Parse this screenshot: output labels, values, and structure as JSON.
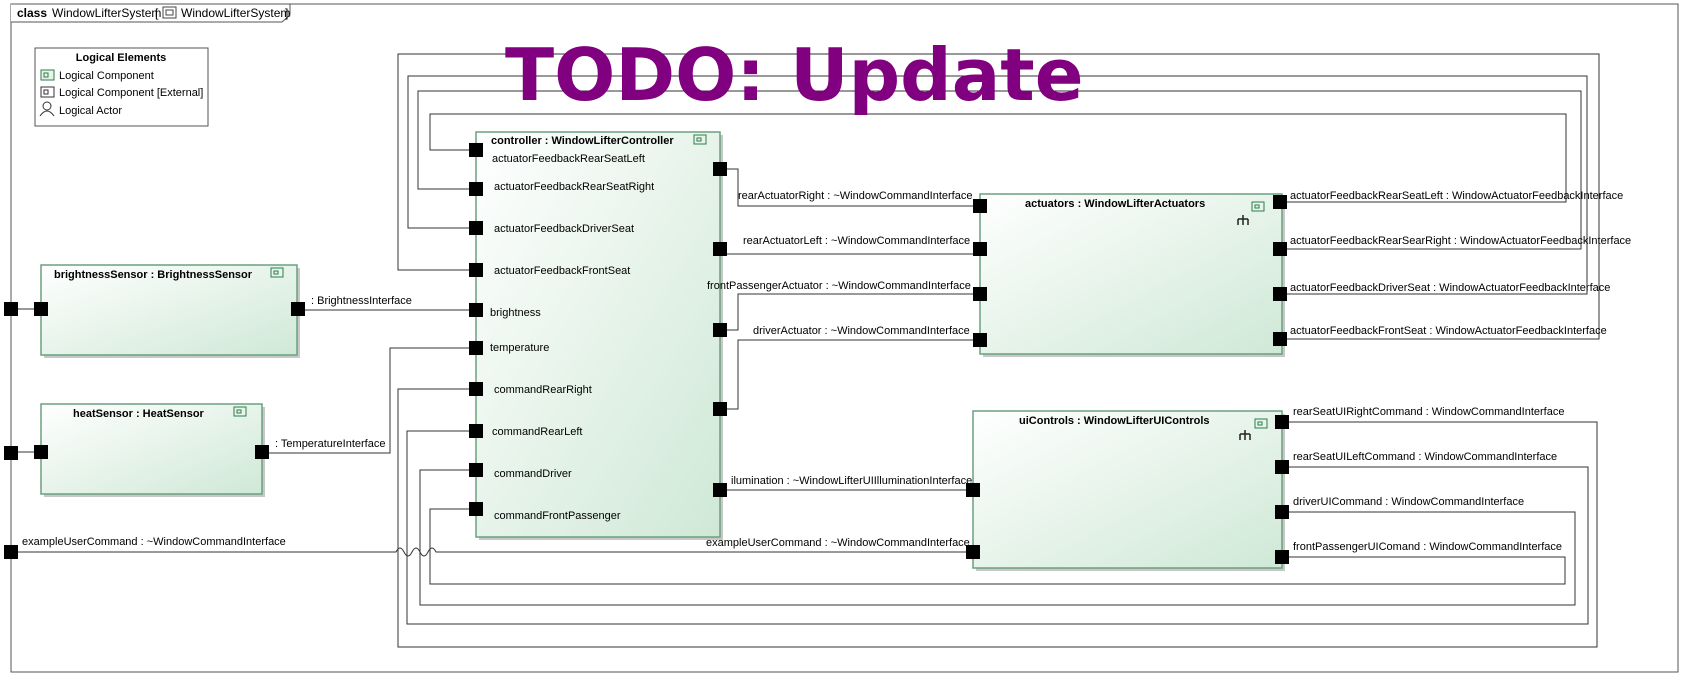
{
  "frame": {
    "keyword": "class",
    "name": "WindowLifterSystem",
    "bracket_open": "[",
    "type_name": "WindowLifterSystem",
    "bracket_close": "]"
  },
  "watermark": "TODO: Update",
  "legend": {
    "title": "Logical Elements",
    "items": [
      {
        "label": "Logical Component",
        "icon": "component-icon"
      },
      {
        "label": "Logical Component [External]",
        "icon": "external-component-icon"
      },
      {
        "label": "Logical Actor",
        "icon": "actor-icon"
      }
    ]
  },
  "parts": {
    "brightness": {
      "title": "brightnessSensor : BrightnessSensor"
    },
    "heat": {
      "title": "heatSensor : HeatSensor"
    },
    "controller": {
      "title": "controller : WindowLifterController",
      "ports": [
        "actuatorFeedbackRearSeatLeft",
        "actuatorFeedbackRearSeatRight",
        "actuatorFeedbackDriverSeat",
        "actuatorFeedbackFrontSeat",
        "brightness",
        "temperature",
        "commandRearRight",
        "commandRearLeft",
        "commandDriver",
        "commandFrontPassenger"
      ]
    },
    "actuators": {
      "title": "actuators : WindowLifterActuators"
    },
    "ui": {
      "title": "uiControls : WindowLifterUIControls"
    }
  },
  "connectors": {
    "brightness_if": ": BrightnessInterface",
    "temperature_if": ": TemperatureInterface",
    "example_outer": "exampleUserCommand : ~WindowCommandInterface",
    "rear_right": "rearActuatorRight : ~WindowCommandInterface",
    "rear_left": "rearActuatorLeft : ~WindowCommandInterface",
    "front_passenger": "frontPassengerActuator : ~WindowCommandInterface",
    "driver": "driverActuator : ~WindowCommandInterface",
    "illumination": "ilumination : ~WindowLifterUIIlluminationInterface",
    "example_inner": "exampleUserCommand : ~WindowCommandInterface"
  },
  "actuator_ports": [
    "actuatorFeedbackRearSeatLeft : WindowActuatorFeedbackInterface",
    "actuatorFeedbackRearSearRight : WindowActuatorFeedbackInterface",
    "actuatorFeedbackDriverSeat : WindowActuatorFeedbackInterface",
    "actuatorFeedbackFrontSeat : WindowActuatorFeedbackInterface"
  ],
  "ui_ports": [
    "rearSeatUIRightCommand : WindowCommandInterface",
    "rearSeatUILeftCommand : WindowCommandInterface",
    "driverUICommand : WindowCommandInterface",
    "frontPassengerUIComand : WindowCommandInterface"
  ],
  "colors": {
    "watermark": "#800080",
    "part_fill_light": "#ffffff",
    "part_fill_dark": "#cfe8d6",
    "port_stroke": "#2e7d4a"
  }
}
